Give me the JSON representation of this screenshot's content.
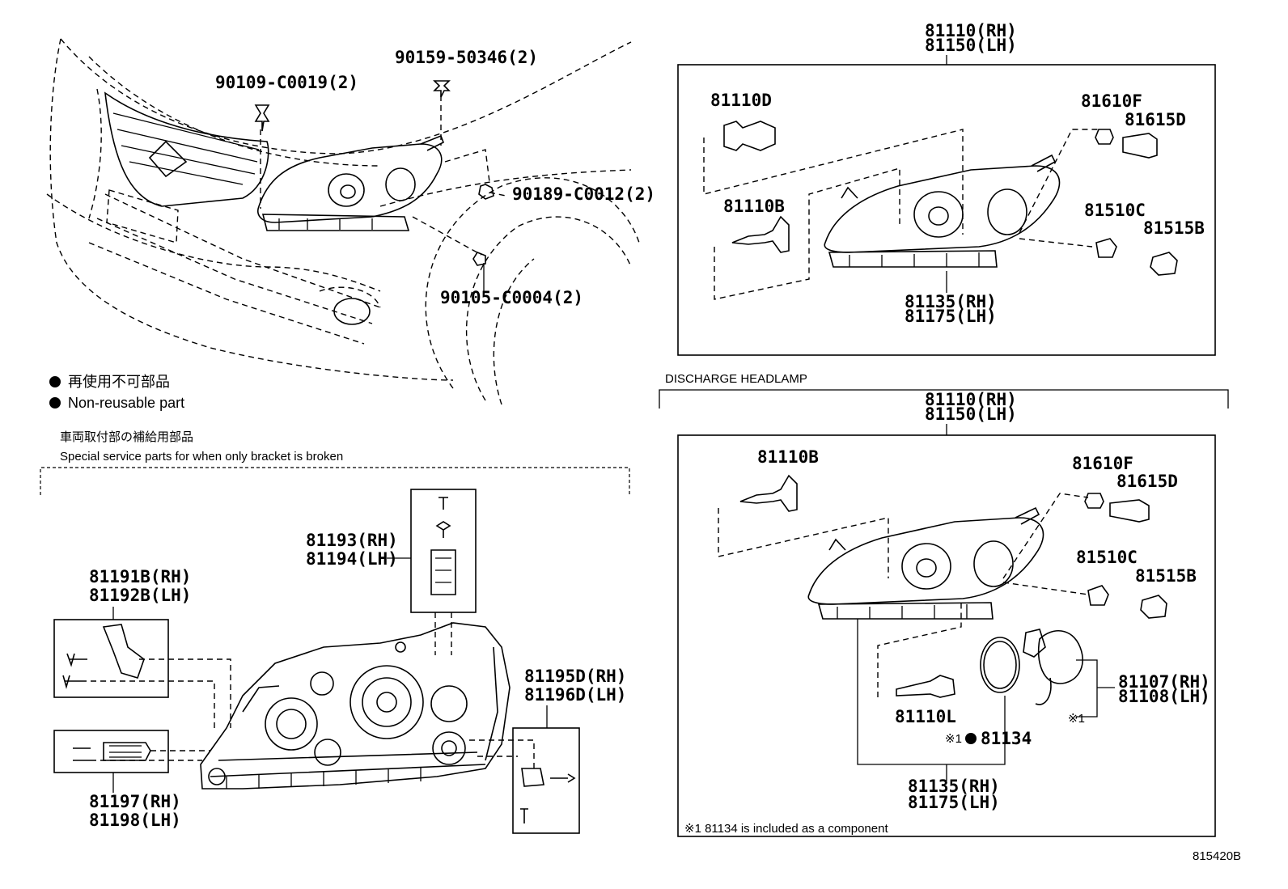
{
  "legend": {
    "nonreusable_jp": "再使用不可部品",
    "nonreusable_en": "Non-reusable part"
  },
  "service_parts": {
    "title_jp": "車両取付部の補給用部品",
    "title_en": "Special service parts for when only bracket is broken"
  },
  "discharge_heading": "DISCHARGE HEADLAMP",
  "footnote": "※1 81134 is included as a component",
  "figure_id": "815420B",
  "symbols": {
    "ref1": "※1"
  },
  "callouts": {
    "p90109": "90109-C0019(2)",
    "p90159": "90159-50346(2)",
    "p90189": "90189-C0012(2)",
    "p90105": "90105-C0004(2)",
    "h_top_rh": "81110(RH)",
    "h_top_lh": "81150(LH)",
    "h_81110d": "81110D",
    "h_81610f": "81610F",
    "h_81615d": "81615D",
    "h_81110b": "81110B",
    "h_81510c": "81510C",
    "h_81515b": "81515B",
    "h_body_rh": "81135(RH)",
    "h_body_lh": "81175(LH)",
    "d_top_rh": "81110(RH)",
    "d_top_lh": "81150(LH)",
    "d_81110b": "81110B",
    "d_81610f": "81610F",
    "d_81615d": "81615D",
    "d_81510c": "81510C",
    "d_81515b": "81515B",
    "d_81107": "81107(RH)",
    "d_81108": "81108(LH)",
    "d_81110l": "81110L",
    "d_81134": "81134",
    "d_body_rh": "81135(RH)",
    "d_body_lh": "81175(LH)",
    "s_81193": "81193(RH)",
    "s_81194": "81194(LH)",
    "s_81191b": "81191B(RH)",
    "s_81192b": "81192B(LH)",
    "s_81195d": "81195D(RH)",
    "s_81196d": "81196D(LH)",
    "s_81197": "81197(RH)",
    "s_81198": "81198(LH)"
  }
}
